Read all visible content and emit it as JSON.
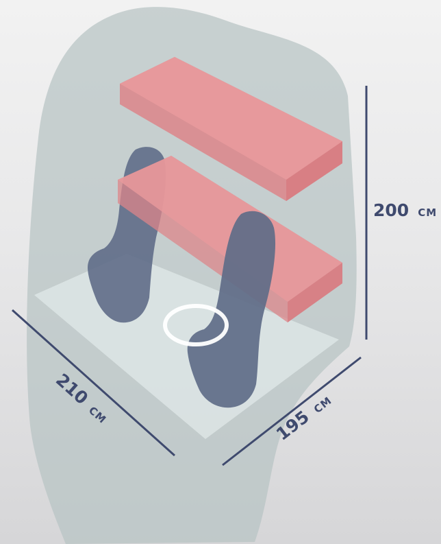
{
  "dimensions": {
    "height": {
      "value": "200",
      "unit": "CM"
    },
    "length": {
      "value": "210",
      "unit": "CM"
    },
    "width": {
      "value": "195",
      "unit": "CM"
    }
  },
  "colors": {
    "background_top": "#f2f2f2",
    "background_bottom": "#d6d6d8",
    "cabin_volume": "#b7c3c3",
    "floor": "#dde5e5",
    "bed": "#e89a9c",
    "bed_side": "#dc8589",
    "seat": "#5f6d88",
    "steering_wheel": "#ffffff",
    "dimension_line": "#3f4a6e"
  },
  "icons": [
    "cabin-volume-shape",
    "seat-icon",
    "bed-icon",
    "steering-wheel-icon"
  ]
}
